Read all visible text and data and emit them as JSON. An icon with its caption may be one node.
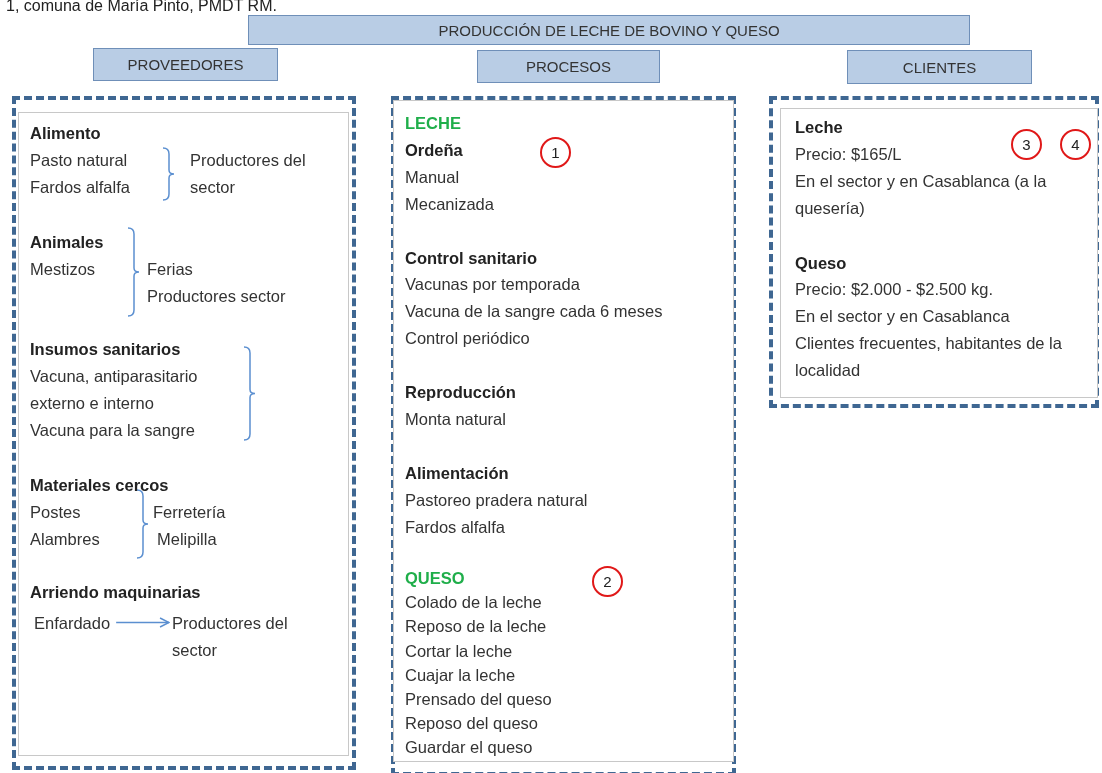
{
  "diagram": {
    "nodes": [
      {
        "text": [
          "PRODUCCIÓN DE LECHE DE BOVINO Y QUESO"
        ]
      },
      {
        "text": [
          "PROVEEDORES"
        ]
      },
      {
        "text": [
          "PROCESOS"
        ]
      },
      {
        "text": [
          "CLIENTES"
        ]
      },
      {
        "text": [
          "Alimento",
          "Pasto natural",
          "Fardos alfalfa",
          "Productores del sector",
          "Animales",
          "Mestizos",
          "Ferias",
          "Productores sector",
          "Insumos sanitarios",
          "Vacuna, antiparasitario externo e interno",
          "Vacuna para la sangre",
          "Materiales cercos",
          "Postes",
          "Alambres",
          "Ferretería",
          "Melipilla",
          "Arriendo maquinarias"
        ]
      },
      {
        "text": [
          "Enfardado"
        ],
        "in": 4
      },
      {
        "text": [
          "Productores del sector"
        ],
        "in": 4
      },
      {
        "text": [
          "LECHE",
          "Ordeña",
          "Manual",
          "Mecanizada",
          "Control sanitario",
          "Vacunas por temporada",
          "Vacuna de la sangre cada 6 meses",
          "Control periódico",
          "Reproducción",
          "Monta natural",
          "Alimentación",
          "Pastoreo pradera natural",
          "Fardos alfalfa",
          "QUESO",
          "Colado de la leche",
          "Reposo de la leche",
          "Cortar la leche",
          "Cuajar la leche",
          "Prensado del queso",
          "Reposo del queso",
          "Guardar el queso"
        ]
      },
      {
        "text": [
          "1"
        ],
        "in": 7
      },
      {
        "text": [
          "2"
        ],
        "in": 7
      },
      {
        "text": [
          "Leche",
          "Precio: $165/L",
          "En el sector y en Casablanca (a la quesería)",
          "Queso",
          "Precio: $2.000 - $2.500 kg.",
          "En el sector y en Casablanca",
          "Clientes frecuentes, habitantes de la localidad"
        ]
      },
      {
        "text": [
          "3"
        ],
        "in": 10
      },
      {
        "text": [
          "4"
        ],
        "in": 10
      }
    ],
    "edges": [
      {
        "from": 5,
        "to": 6,
        "arrow": "to"
      }
    ],
    "labels": [
      "1, comuna de María Pinto, PMDT RM."
    ]
  }
}
